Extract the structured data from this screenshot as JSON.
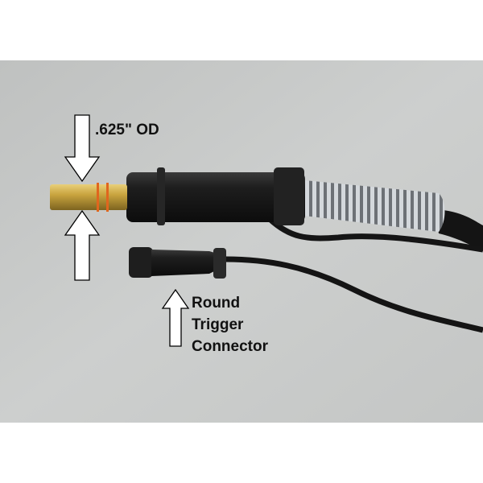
{
  "annotations": {
    "diameter_label": ".625\" OD",
    "connector_label_lines": [
      "Round",
      "Trigger",
      "Connector"
    ]
  },
  "colors": {
    "background": "#c8cac9",
    "brass": "#c9a43f",
    "handle": "#1c1c1c",
    "oring": "#e0661e",
    "spring": "#b8bcc0"
  }
}
